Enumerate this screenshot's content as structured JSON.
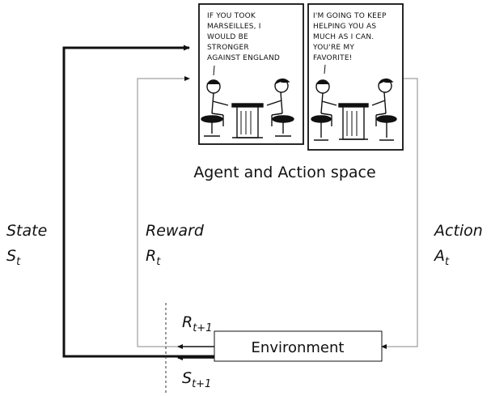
{
  "panel_left": {
    "lines": [
      "IF YOU TOOK",
      "MARSEILLES, I",
      "WOULD BE",
      "STRONGER",
      "AGAINST ENGLAND"
    ]
  },
  "panel_right": {
    "lines": [
      "I'M GOING TO KEEP",
      "HELPING YOU AS",
      "MUCH AS I CAN.",
      "YOU'RE MY",
      "FAVORITE!"
    ]
  },
  "agent_caption": "Agent and Action space",
  "state": {
    "word": "State",
    "symbol": "S",
    "sub": "t"
  },
  "reward": {
    "word": "Reward",
    "symbol": "R",
    "sub": "t"
  },
  "action": {
    "word": "Action",
    "symbol": "A",
    "sub": "t"
  },
  "next_reward": {
    "symbol": "R",
    "sub": "t+1"
  },
  "next_state": {
    "symbol": "S",
    "sub": "t+1"
  },
  "environment": "Environment"
}
